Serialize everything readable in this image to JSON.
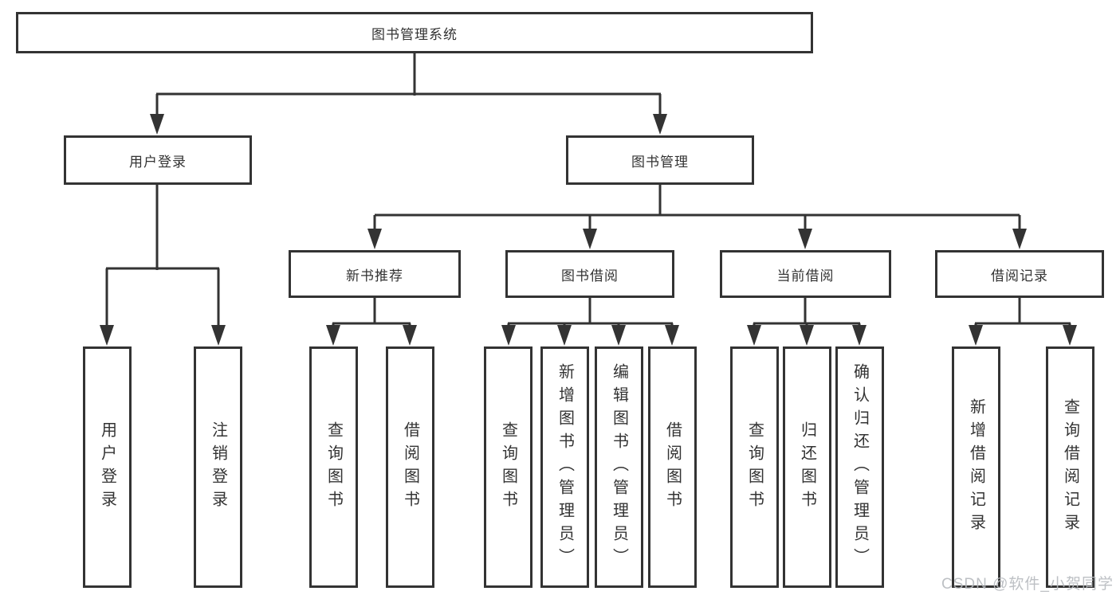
{
  "tree": {
    "root": {
      "label": "图书管理系统"
    },
    "branches": [
      {
        "label": "用户登录",
        "children": [
          {
            "label": "用户登录"
          },
          {
            "label": "注销登录"
          }
        ]
      },
      {
        "label": "图书管理",
        "children": [
          {
            "label": "新书推荐",
            "children": [
              {
                "label": "查询图书"
              },
              {
                "label": "借阅图书"
              }
            ]
          },
          {
            "label": "图书借阅",
            "children": [
              {
                "label": "查询图书"
              },
              {
                "label": "新增图书（管理员）"
              },
              {
                "label": "编辑图书（管理员）"
              },
              {
                "label": "借阅图书"
              }
            ]
          },
          {
            "label": "当前借阅",
            "children": [
              {
                "label": "查询图书"
              },
              {
                "label": "归还图书"
              },
              {
                "label": "确认归还（管理员）"
              }
            ]
          },
          {
            "label": "借阅记录",
            "children": [
              {
                "label": "新增借阅记录"
              },
              {
                "label": "查询借阅记录"
              }
            ]
          }
        ]
      }
    ]
  },
  "watermark": {
    "text": "CSDN @软件_小贺同学"
  },
  "colors": {
    "line": "#333333",
    "box_border": "#333333",
    "box_bg": "#ffffff",
    "text": "#333333",
    "watermark": "#b6babe"
  }
}
